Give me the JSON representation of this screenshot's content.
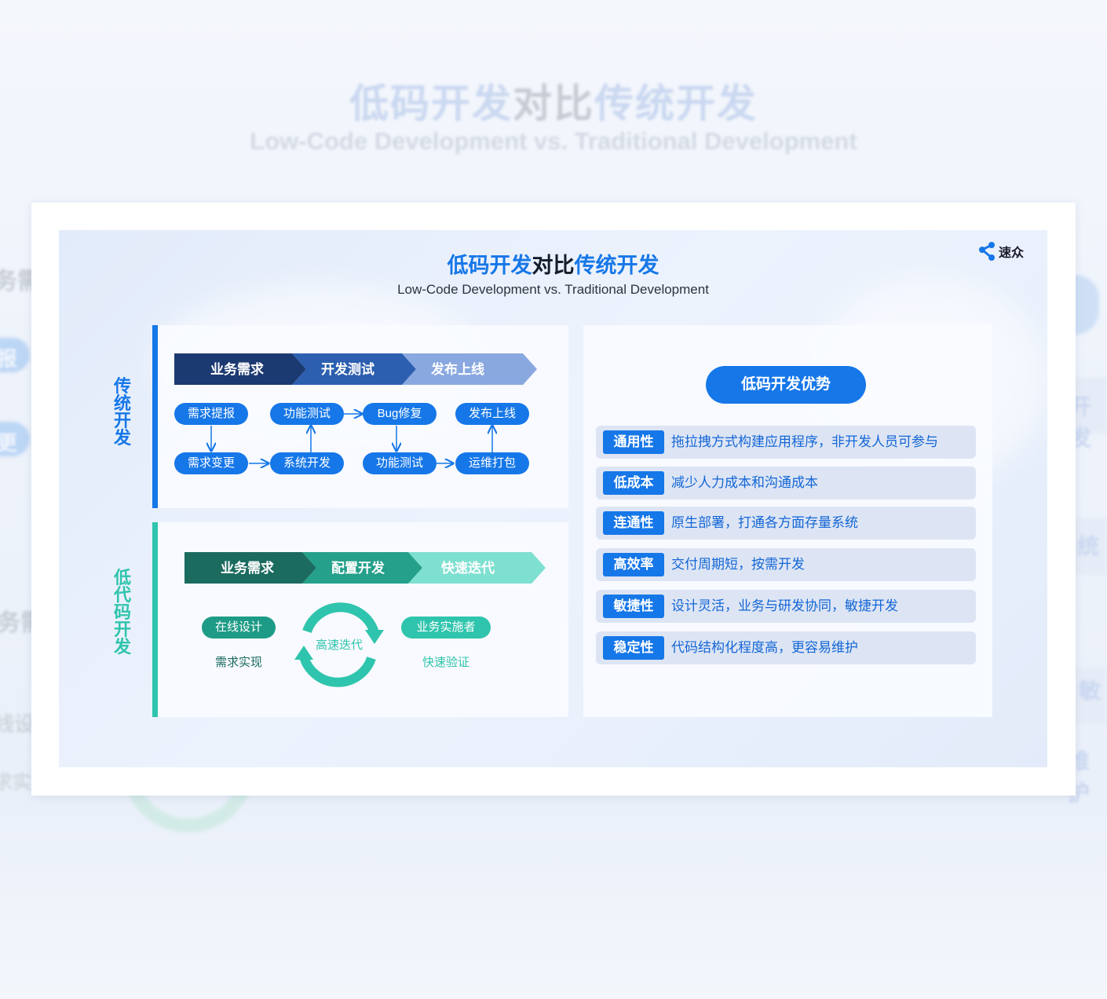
{
  "title": {
    "blue_1": "低码开发",
    "dark": "对比",
    "blue_2": "传统开发"
  },
  "subtitle": "Low-Code Development vs. Traditional Development",
  "logo": {
    "icon": "suzhong-logo-icon",
    "text": "速众"
  },
  "background_fragments": [
    "务需",
    "报",
    "更",
    "务需",
    "线设",
    "求实",
    "开发",
    "统",
    "敏",
    "维护"
  ],
  "traditional": {
    "side_label": [
      "传",
      "统",
      "开",
      "发"
    ],
    "stages": [
      "业务需求",
      "开发测试",
      "发布上线"
    ],
    "nodes": {
      "top": [
        "需求提报",
        "功能测试",
        "Bug修复",
        "发布上线"
      ],
      "bottom": [
        "需求变更",
        "系统开发",
        "功能测试",
        "运维打包"
      ]
    }
  },
  "lowcode": {
    "side_label": [
      "低",
      "代",
      "码",
      "开",
      "发"
    ],
    "stages": [
      "业务需求",
      "配置开发",
      "快速迭代"
    ],
    "left_pill": "在线设计",
    "left_caption": "需求实现",
    "cycle_label": "高速迭代",
    "right_pill": "业务实施者",
    "right_caption": "快速验证"
  },
  "advantages": {
    "header": "低码开发优势",
    "items": [
      {
        "tag": "通用性",
        "text": "拖拉拽方式构建应用程序，非开发人员可参与"
      },
      {
        "tag": "低成本",
        "text": "减少人力成本和沟通成本"
      },
      {
        "tag": "连通性",
        "text": "原生部署，打通各方面存量系统"
      },
      {
        "tag": "高效率",
        "text": "交付周期短，按需开发"
      },
      {
        "tag": "敏捷性",
        "text": "设计灵活，业务与研发协同，敏捷开发"
      },
      {
        "tag": "稳定性",
        "text": "代码结构化程度高，更容易维护"
      }
    ]
  },
  "colors": {
    "brand_blue": "#1677e8",
    "traditional_stage": [
      "#1c3a72",
      "#2c5fb0",
      "#8aa8e0"
    ],
    "lowcode_stage": [
      "#1b6b5f",
      "#25a08a",
      "#7ee0d0"
    ],
    "teal": "#2fc4ad"
  }
}
